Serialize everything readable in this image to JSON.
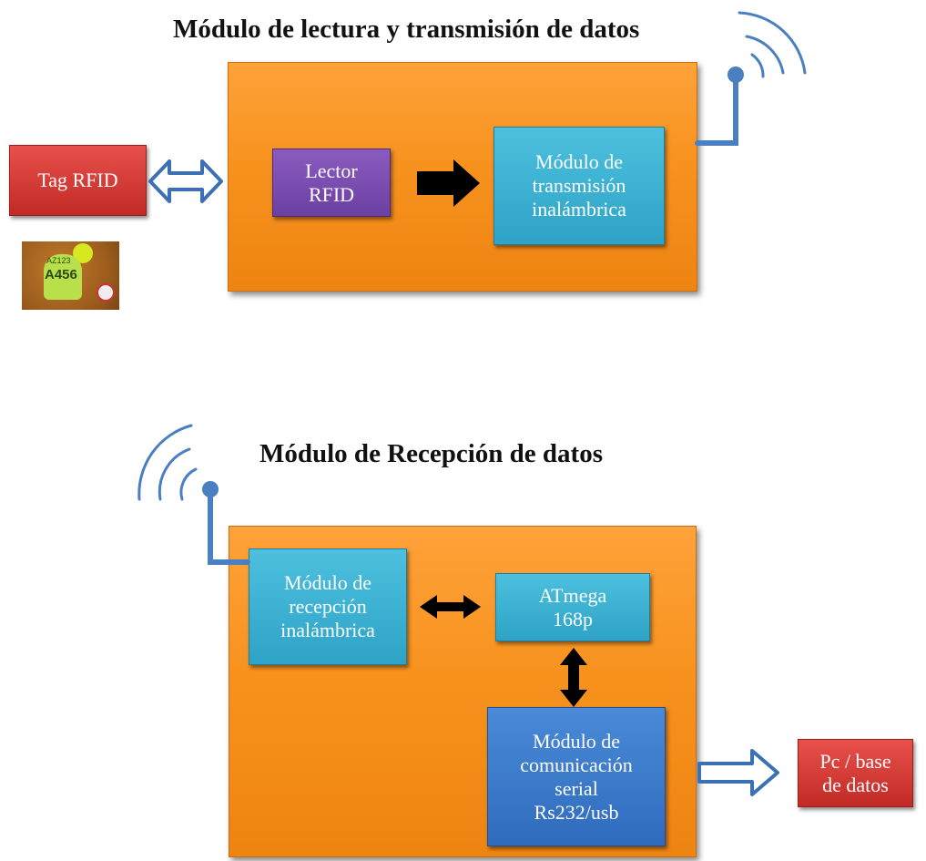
{
  "top": {
    "title": "Módulo de lectura y transmisión de datos",
    "tag_label": "Tag RFID",
    "reader_label": "Lector\nRFID",
    "tx_label": "Módulo de\ntransmisión\ninalámbrica",
    "tag_photo": {
      "line1": "AZ123",
      "line2": "A456"
    }
  },
  "bottom": {
    "title": "Módulo de Recepción de datos",
    "rx_label": "Módulo de\nrecepción\ninalámbrica",
    "mcu_label": "ATmega\n168p",
    "serial_label": "Módulo de\ncomunicación\nserial\nRs232/usb",
    "pc_label": "Pc / base\nde datos"
  },
  "colors": {
    "panel": "#f7921e",
    "tag_box": "#c22a26",
    "reader_box": "#6c3fa3",
    "wireless_box": "#2ea3c6",
    "serial_box": "#2f6bbd",
    "antenna": "#4a7fc1",
    "arrow_outline": "#3d6fb4"
  },
  "icons": [
    "antenna-icon",
    "double-arrow-icon",
    "arrow-right-icon",
    "double-arrow-vertical-icon",
    "outline-arrow-right-icon"
  ]
}
